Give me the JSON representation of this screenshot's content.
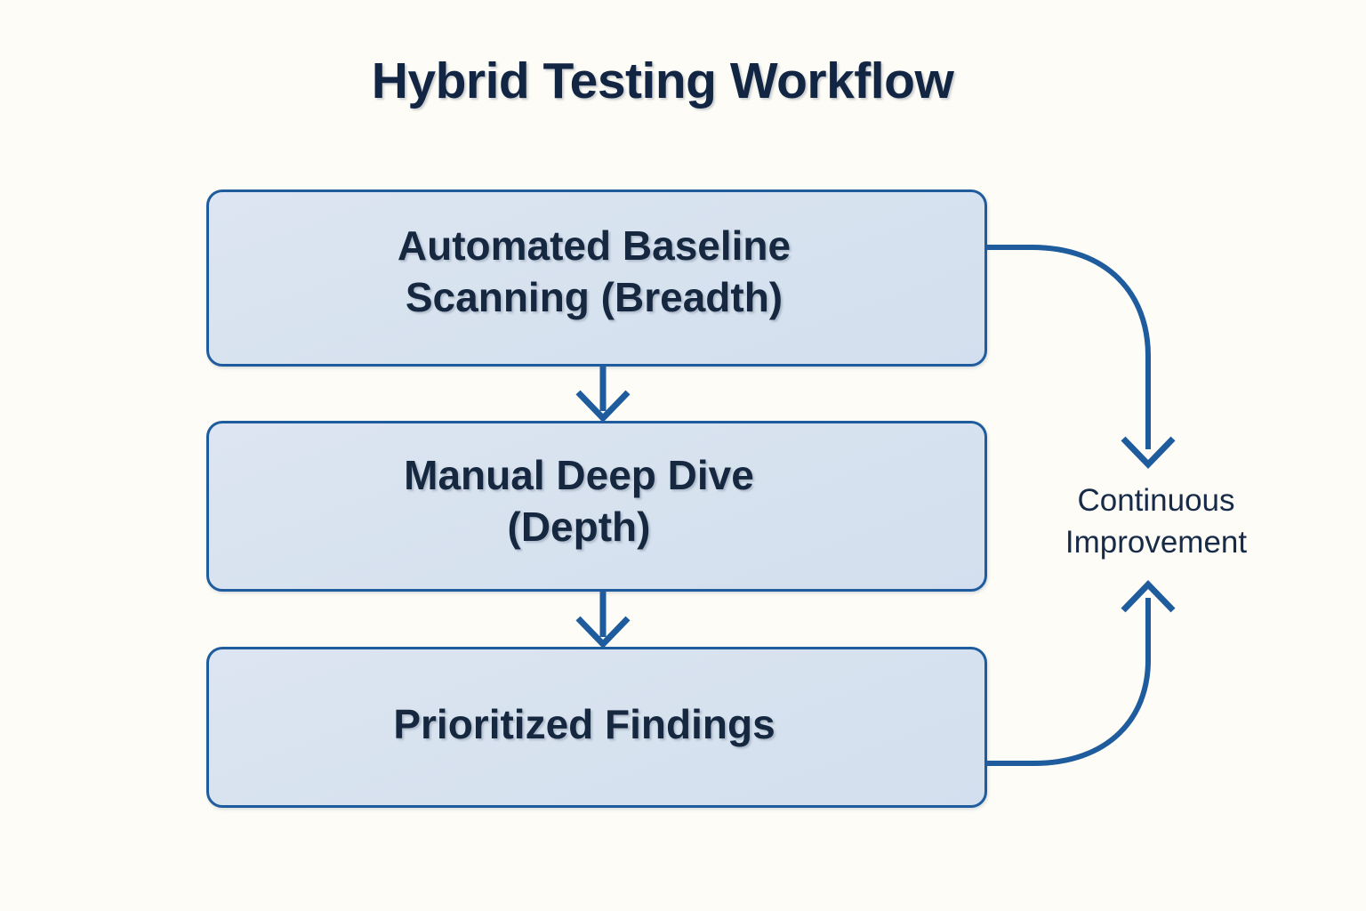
{
  "diagram": {
    "title": "Hybrid Testing Workflow",
    "type": "flowchart",
    "background_color": "#FDFCF6",
    "box_fill_color": "#D8E3EF",
    "box_border_color": "#1F5C9E",
    "text_color": "#16283F",
    "connector_color": "#1F5C9E",
    "nodes": [
      {
        "id": "automated-baseline-scanning",
        "label": "Automated Baseline\nScanning (Breadth)",
        "line1": "Automated Baseline",
        "line2": "Scanning (Breadth)"
      },
      {
        "id": "manual-deep-dive",
        "label": "Manual Deep Dive\n(Depth)",
        "line1": "Manual Deep Dive",
        "line2": "(Depth)"
      },
      {
        "id": "prioritized-findings",
        "label": "Prioritized Findings",
        "line1": "Prioritized Findings",
        "line2": ""
      }
    ],
    "side_label": {
      "id": "continuous-improvement",
      "line1": "Continuous",
      "line2": "Improvement"
    },
    "edges": [
      {
        "from": "automated-baseline-scanning",
        "to": "manual-deep-dive",
        "style": "straight-down-arrow",
        "label": ""
      },
      {
        "from": "manual-deep-dive",
        "to": "prioritized-findings",
        "style": "straight-down-arrow",
        "label": ""
      },
      {
        "from": "automated-baseline-scanning",
        "to": "continuous-improvement",
        "style": "curve-right-down-arrow",
        "label": "Continuous Improvement"
      },
      {
        "from": "prioritized-findings",
        "to": "continuous-improvement",
        "style": "curve-right-up-arrow",
        "label": "Continuous Improvement"
      }
    ]
  }
}
